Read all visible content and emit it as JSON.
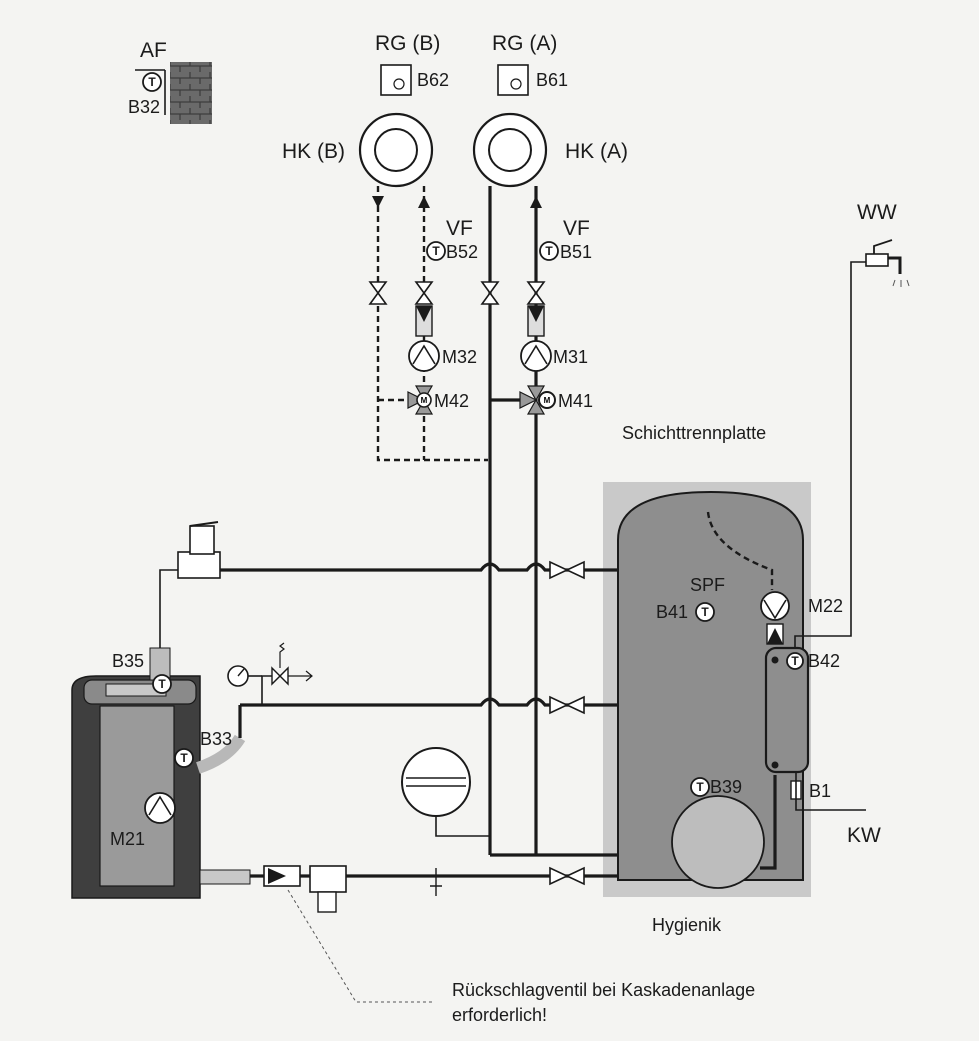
{
  "labels": {
    "af": "AF",
    "b32": "B32",
    "rg_b": "RG (B)",
    "rg_a": "RG (A)",
    "b62": "B62",
    "b61": "B61",
    "hk_b": "HK (B)",
    "hk_a": "HK (A)",
    "vf_b": "VF",
    "vf_a": "VF",
    "b52": "B52",
    "b51": "B51",
    "m32": "M32",
    "m31": "M31",
    "m42": "M42",
    "m41": "M41",
    "ww": "WW",
    "schichttrennplatte": "Schichttrennplatte",
    "spf": "SPF",
    "b41": "B41",
    "m22": "M22",
    "b42": "B42",
    "b35": "B35",
    "b33": "B33",
    "m21": "M21",
    "b39": "B39",
    "b1": "B1",
    "kw": "KW",
    "hygienik": "Hygienik",
    "note_line1": "Rückschlagventil bei Kaskadenanlage",
    "note_line2": "erforderlich!"
  },
  "symbols": {
    "sensor_letter": "T",
    "motor_letter": "M"
  }
}
